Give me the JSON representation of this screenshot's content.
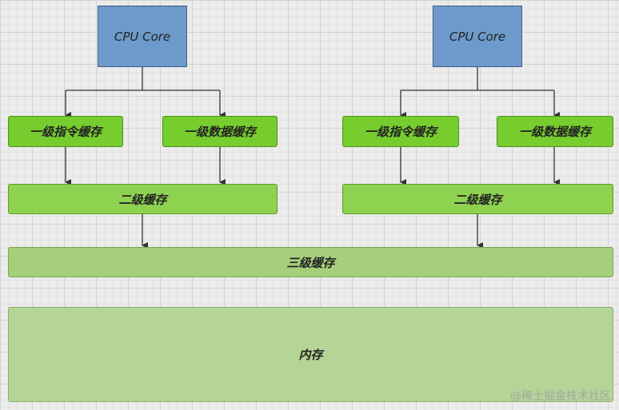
{
  "cpu_label": "CPU Core",
  "l1_instruction_label": "一级指令缓存",
  "l1_data_label": "一级数据缓存",
  "l2_label": "二级缓存",
  "l3_label": "三级缓存",
  "memory_label": "内存",
  "watermark": "@稀土掘金技术社区"
}
